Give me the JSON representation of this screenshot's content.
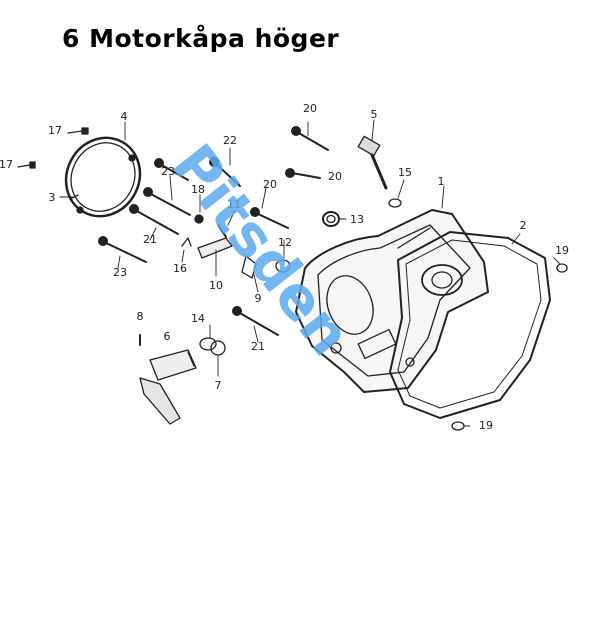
{
  "title": "6 Motorkåpa höger",
  "watermark": {
    "text": "Pitsden",
    "color": "#5aa9ee"
  },
  "colors": {
    "ink": "#222222",
    "background": "#ffffff"
  },
  "parts": [
    {
      "id": "p1",
      "label": "1",
      "icon": "right-crankcase-cover-icon"
    },
    {
      "id": "p2",
      "label": "2",
      "icon": "cover-gasket-icon"
    },
    {
      "id": "p3",
      "label": "3",
      "icon": "gasket-ring-icon"
    },
    {
      "id": "p4",
      "label": "4",
      "icon": "clutch-ring-icon"
    },
    {
      "id": "p5",
      "label": "5",
      "icon": "oil-filler-cap-icon"
    },
    {
      "id": "p6",
      "label": "6",
      "icon": "kickstart-lever-icon"
    },
    {
      "id": "p7",
      "label": "7",
      "icon": "clip-icon"
    },
    {
      "id": "p8",
      "label": "8",
      "icon": "pin-icon"
    },
    {
      "id": "p9",
      "label": "9",
      "icon": "bracket-icon"
    },
    {
      "id": "p10",
      "label": "10",
      "icon": "plate-icon"
    },
    {
      "id": "p11",
      "label": "11",
      "icon": "pin-icon"
    },
    {
      "id": "p12",
      "label": "12",
      "icon": "washer-icon"
    },
    {
      "id": "p13",
      "label": "13",
      "icon": "oil-seal-icon"
    },
    {
      "id": "p14",
      "label": "14",
      "icon": "washer-icon"
    },
    {
      "id": "p15",
      "label": "15",
      "icon": "o-ring-icon"
    },
    {
      "id": "p16",
      "label": "16",
      "icon": "clip-icon"
    },
    {
      "id": "p17a",
      "label": "17",
      "icon": "screw-icon"
    },
    {
      "id": "p17b",
      "label": "17",
      "icon": "screw-icon"
    },
    {
      "id": "p18",
      "label": "18",
      "icon": "pin-icon"
    },
    {
      "id": "p19a",
      "label": "19",
      "icon": "dowel-pin-icon"
    },
    {
      "id": "p19b",
      "label": "19",
      "icon": "dowel-pin-icon"
    },
    {
      "id": "p20a",
      "label": "20",
      "icon": "bolt-icon"
    },
    {
      "id": "p20b",
      "label": "20",
      "icon": "bolt-icon"
    },
    {
      "id": "p20c",
      "label": "20",
      "icon": "bolt-icon"
    },
    {
      "id": "p21a",
      "label": "21",
      "icon": "bolt-icon"
    },
    {
      "id": "p21b",
      "label": "21",
      "icon": "bolt-icon"
    },
    {
      "id": "p22",
      "label": "22",
      "icon": "bolt-icon"
    },
    {
      "id": "p23a",
      "label": "23",
      "icon": "bolt-icon"
    },
    {
      "id": "p23b",
      "label": "23",
      "icon": "bolt-icon"
    }
  ]
}
